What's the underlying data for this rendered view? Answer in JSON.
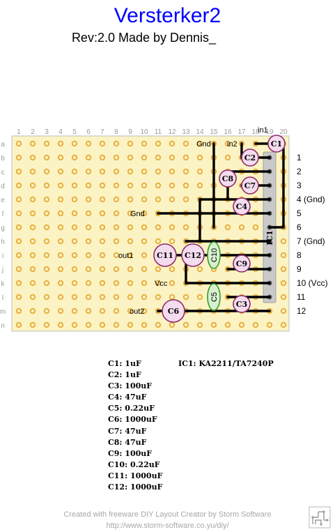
{
  "header": {
    "title": "Versterker2",
    "subtitle": "Rev:2.0 Made by Dennis_"
  },
  "board": {
    "columns": [
      "1",
      "2",
      "3",
      "4",
      "5",
      "6",
      "7",
      "8",
      "9",
      "10",
      "11",
      "12",
      "13",
      "14",
      "15",
      "16",
      "17",
      "18",
      "19",
      "20"
    ],
    "rows": [
      "a",
      "b",
      "c",
      "d",
      "e",
      "f",
      "g",
      "h",
      "i",
      "j",
      "k",
      "l",
      "m",
      "n"
    ],
    "colors": {
      "board_fill": "#fbf3c3",
      "hole": "#e9b040",
      "wire": "#000000",
      "electrolytic": "#f4dcef",
      "electrolytic_stroke": "#8e2a6b",
      "film": "#d6f1cf",
      "film_stroke": "#3a9a2a",
      "ic_fill": "#c9c9c9"
    },
    "labels": {
      "gnd_top": "Gnd",
      "in2": "in2",
      "in1": "in1",
      "gnd_mid": "Gnd",
      "out1": "out1",
      "vcc": "Vcc",
      "out2": "out2"
    },
    "components": {
      "c1": "C1",
      "c2": "C2",
      "c3": "C3",
      "c4": "C4",
      "c5": "C5",
      "c6": "C6",
      "c7": "C7",
      "c8": "C8",
      "c9": "C9",
      "c10": "C10",
      "c11": "C11",
      "c12": "C12",
      "ic1": "IC1"
    },
    "pins": [
      "1",
      "2",
      "3",
      "4 (Gnd)",
      "5",
      "6",
      "7 (Gnd)",
      "8",
      "9",
      "10 (Vcc)",
      "11",
      "12"
    ]
  },
  "parts_list": [
    "C1: 1uF",
    "C2: 1uF",
    "C3: 100uF",
    "C4: 47uF",
    "C5: 0.22uF",
    "C6: 1000uF",
    "C7: 47uF",
    "C8: 47uF",
    "C9: 100uF",
    "C10: 0.22uF",
    "C11: 1000uF",
    "C12: 1000uF"
  ],
  "ic_info": "IC1: KA2211/TA7240P",
  "footer": {
    "line1": "Created with freeware DIY Layout Creator by Storm Software",
    "line2": "http://www.storm-software.co.yu/diy/"
  }
}
